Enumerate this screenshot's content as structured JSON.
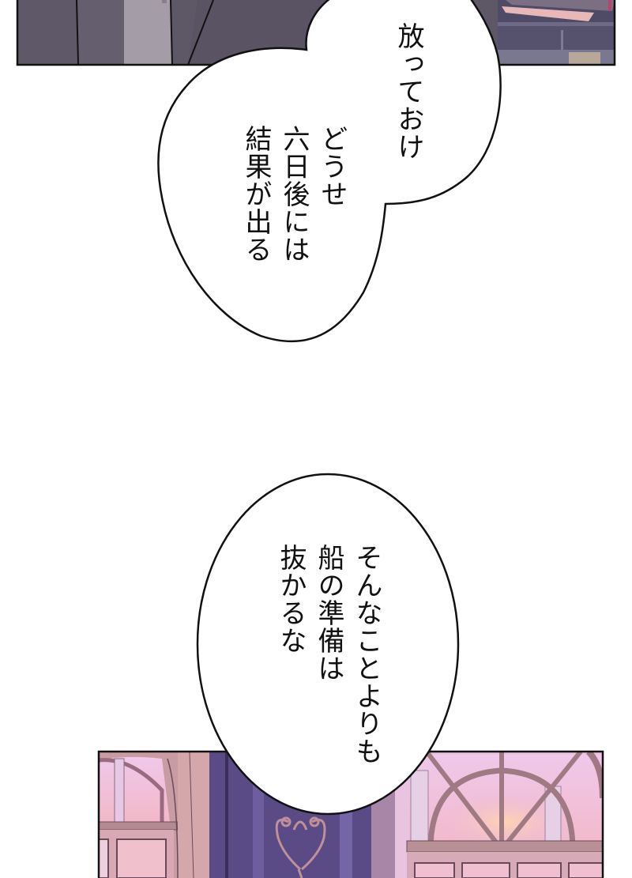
{
  "page": {
    "background": "#ffffff",
    "panels": [
      {
        "id": "top-panel",
        "description": "dark purple-gray interior scene with figure and shelf",
        "colors": {
          "base": "#5e5766",
          "light": "#a59ea6",
          "dark": "#4a4556",
          "accent": "#c07a8a"
        }
      },
      {
        "id": "bottom-panel",
        "description": "pink-lit arched windows with ornate dark purple pillar",
        "colors": {
          "window": "#e9b8d6",
          "frame": "#b88f93",
          "pillar": "#5a4a86",
          "glow": "#f4c0c8"
        }
      }
    ],
    "bubbles": [
      {
        "id": "bubble-1",
        "lines": [
          "放っておけ"
        ]
      },
      {
        "id": "bubble-2",
        "lines": [
          "どうせ",
          "六日後には",
          "結果が出る"
        ]
      },
      {
        "id": "bubble-3",
        "lines": [
          "そんなことよりも",
          "船の準備は",
          "抜かるな"
        ]
      }
    ]
  }
}
